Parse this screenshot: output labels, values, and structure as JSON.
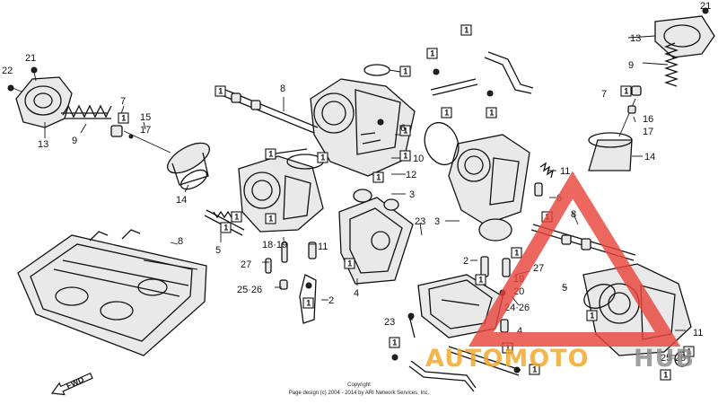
{
  "labels": {
    "l22": "22",
    "l21a": "21",
    "l13a": "13",
    "l9a": "9",
    "l7a": "7",
    "l15": "15",
    "l17a": "17",
    "l14a": "14",
    "l8a": "8",
    "l8b": "8",
    "l6a": "6",
    "l10": "10",
    "l12": "12",
    "l3a": "3",
    "l23a": "23",
    "l3b": "3",
    "l5a": "5",
    "l1819": "18·19",
    "l11a": "11",
    "l27a": "27",
    "l2526a": "25·26",
    "l2a": "2",
    "l4a": "4",
    "l2b": "2",
    "l21b": "21",
    "l13b": "13",
    "l9b": "9",
    "l7b": "7",
    "l16": "16",
    "l17b": "17",
    "l14b": "14",
    "l11b": "11",
    "l6b": "6",
    "l8c": "8",
    "l27b": "27",
    "l19": "19",
    "l20": "20",
    "l2426": "24·26",
    "l5b": "5",
    "l4b": "4",
    "l23b": "23",
    "l11c": "11",
    "l2526b": "25·26"
  },
  "box_label": "1",
  "copyright": {
    "line1": "Copyright",
    "line2": "Page design (c) 2004 - 2014 by ARI Network Services, Inc."
  },
  "fwd_label": "FWD",
  "watermark": {
    "text_orange": "AUTOMOTO",
    "text_gray": "HUB",
    "color_red": "#e8463c",
    "color_orange": "#f5a623",
    "color_gray": "#8c8c8c"
  }
}
